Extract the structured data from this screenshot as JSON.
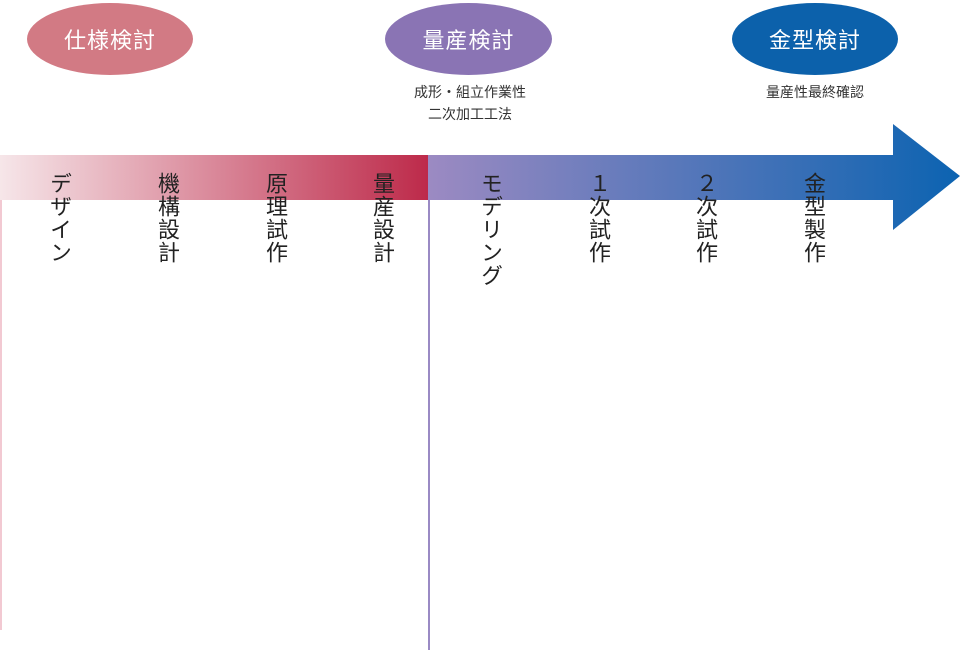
{
  "phases": [
    {
      "label": "仕様検討",
      "color": "#d27a84"
    },
    {
      "label": "量産検討",
      "color": "#8a74b4"
    },
    {
      "label": "金型検討",
      "color": "#0c61ab"
    }
  ],
  "notes": {
    "mass_production": [
      "成形・組立作業性",
      "二次加工工法"
    ],
    "mold": [
      "量産性最終確認"
    ]
  },
  "steps": [
    "デザイン",
    "機構設計",
    "原理試作",
    "量産設計",
    "モデリング",
    "１次試作",
    "２次試作",
    "金型製作"
  ],
  "colors": {
    "arrow_start": "#f4e1e5",
    "arrow_mid": "#bd2a4a",
    "arrow_purple": "#9c8ac2",
    "arrow_end": "#0c63b1",
    "line_pink": "#f2c9d2",
    "line_purple": "#9a8ac4"
  }
}
